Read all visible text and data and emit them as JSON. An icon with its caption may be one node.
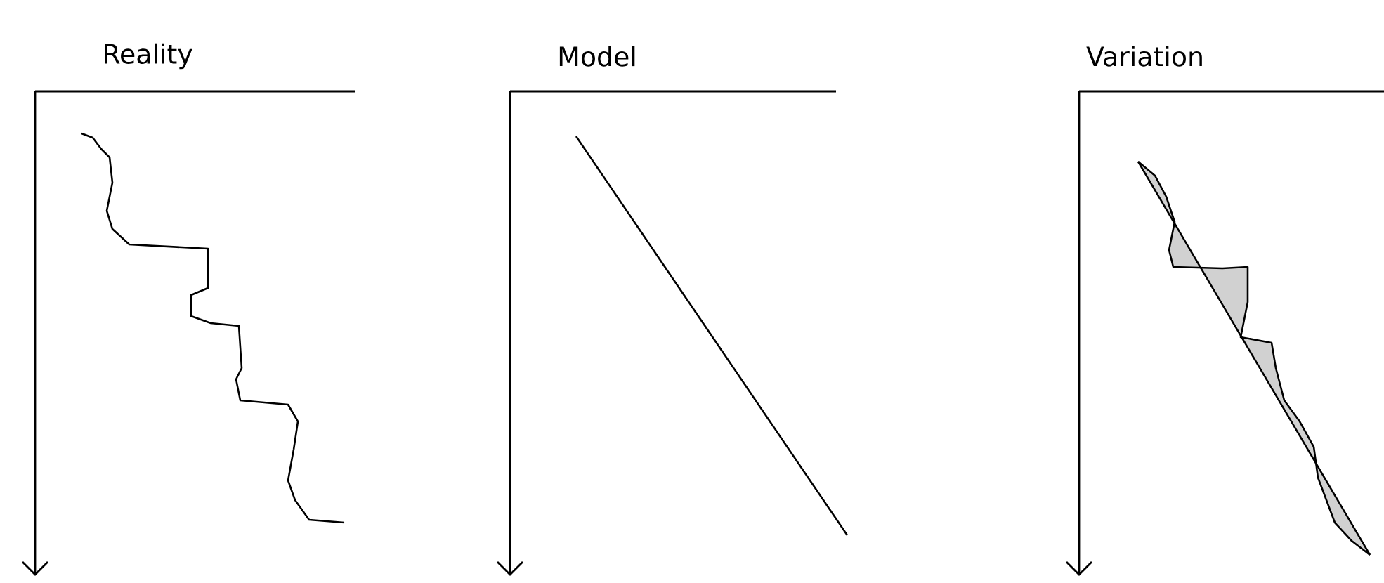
{
  "diagram": {
    "labels": [
      "Reality",
      "Model",
      "Variation"
    ]
  }
}
